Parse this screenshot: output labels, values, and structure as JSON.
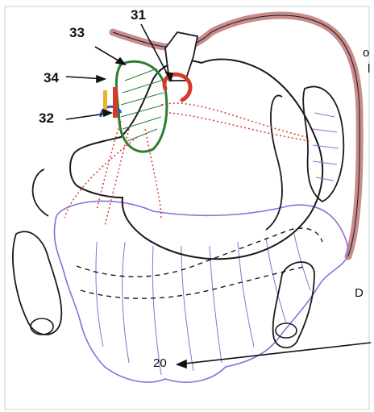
{
  "labels": {
    "l31": "31",
    "l33": "33",
    "l34": "34",
    "l32": "32",
    "l20": "20",
    "edge_top": "o",
    "edge_top2": "l",
    "edge_mid": "D"
  },
  "colors": {
    "outline": "#1a1a1a",
    "omentum": "#8b6fd6",
    "artery": "#d63a2a",
    "vein": "#2a5bd6",
    "fat_green": "#2e7d32",
    "aorta": "#c98b8b",
    "yellow": "#e8b32a"
  }
}
